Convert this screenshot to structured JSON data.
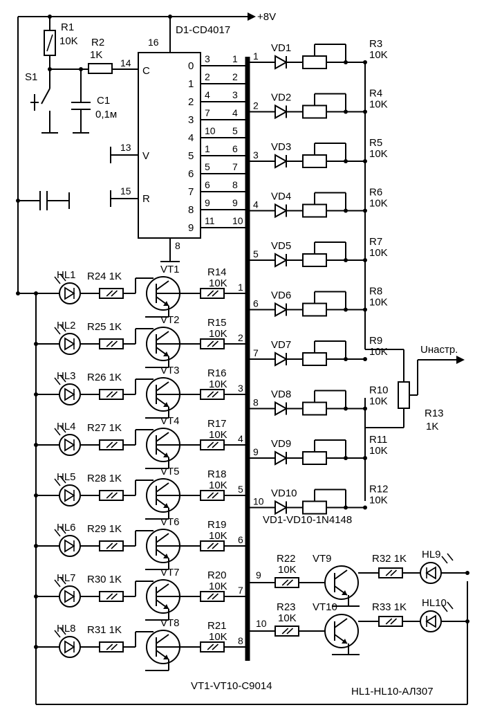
{
  "supply": {
    "label": "+8V"
  },
  "output": {
    "label": "Uнастр."
  },
  "chip": {
    "title": "D1-CD4017",
    "pins": {
      "vdd": "16",
      "c_pin": "14",
      "v_pin": "13",
      "r_pin": "15",
      "gnd": "8"
    },
    "inputs": {
      "c": "C",
      "v": "V",
      "r": "R"
    },
    "outputs": [
      {
        "q": "0",
        "pin": "3",
        "bus": "1"
      },
      {
        "q": "1",
        "pin": "2",
        "bus": "2"
      },
      {
        "q": "2",
        "pin": "4",
        "bus": "3"
      },
      {
        "q": "3",
        "pin": "7",
        "bus": "4"
      },
      {
        "q": "4",
        "pin": "10",
        "bus": "5"
      },
      {
        "q": "5",
        "pin": "1",
        "bus": "6"
      },
      {
        "q": "6",
        "pin": "5",
        "bus": "7"
      },
      {
        "q": "7",
        "pin": "6",
        "bus": "8"
      },
      {
        "q": "8",
        "pin": "9",
        "bus": "9"
      },
      {
        "q": "9",
        "pin": "11",
        "bus": "10"
      }
    ]
  },
  "parts": {
    "r1": {
      "name": "R1",
      "value": "10K"
    },
    "r2": {
      "name": "R2",
      "value": "1K"
    },
    "c1": {
      "name": "C1",
      "value": "0,1м"
    },
    "s1": {
      "name": "S1"
    },
    "r13": {
      "name": "R13",
      "value": "1K"
    }
  },
  "diode_rows": [
    {
      "bus": "1",
      "diode": "VD1",
      "res": "R3",
      "val": "10K"
    },
    {
      "bus": "2",
      "diode": "VD2",
      "res": "R4",
      "val": "10K"
    },
    {
      "bus": "3",
      "diode": "VD3",
      "res": "R5",
      "val": "10K"
    },
    {
      "bus": "4",
      "diode": "VD4",
      "res": "R6",
      "val": "10K"
    },
    {
      "bus": "5",
      "diode": "VD5",
      "res": "R7",
      "val": "10K"
    },
    {
      "bus": "6",
      "diode": "VD6",
      "res": "R8",
      "val": "10K"
    },
    {
      "bus": "7",
      "diode": "VD7",
      "res": "R9",
      "val": "10K"
    },
    {
      "bus": "8",
      "diode": "VD8",
      "res": "R10",
      "val": "10K"
    },
    {
      "bus": "9",
      "diode": "VD9",
      "res": "R11",
      "val": "10K"
    },
    {
      "bus": "10",
      "diode": "VD10",
      "res": "R12",
      "val": "10K"
    }
  ],
  "transistor_rows": [
    {
      "led": "HL1",
      "rled": "R24 1K",
      "vt": "VT1",
      "rb": "R14",
      "rbval": "10K",
      "bus": "1"
    },
    {
      "led": "HL2",
      "rled": "R25 1K",
      "vt": "VT2",
      "rb": "R15",
      "rbval": "10K",
      "bus": "2"
    },
    {
      "led": "HL3",
      "rled": "R26 1K",
      "vt": "VT3",
      "rb": "R16",
      "rbval": "10K",
      "bus": "3"
    },
    {
      "led": "HL4",
      "rled": "R27 1K",
      "vt": "VT4",
      "rb": "R17",
      "rbval": "10K",
      "bus": "4"
    },
    {
      "led": "HL5",
      "rled": "R28 1K",
      "vt": "VT5",
      "rb": "R18",
      "rbval": "10K",
      "bus": "5"
    },
    {
      "led": "HL6",
      "rled": "R29 1K",
      "vt": "VT6",
      "rb": "R19",
      "rbval": "10K",
      "bus": "6"
    },
    {
      "led": "HL7",
      "rled": "R30 1K",
      "vt": "VT7",
      "rb": "R20",
      "rbval": "10K",
      "bus": "7"
    },
    {
      "led": "HL8",
      "rled": "R31 1K",
      "vt": "VT8",
      "rb": "R21",
      "rbval": "10K",
      "bus": "8"
    }
  ],
  "right_rows": [
    {
      "bus": "9",
      "rb": "R22",
      "rbval": "10K",
      "vt": "VT9",
      "rled": "R32 1K",
      "led": "HL9"
    },
    {
      "bus": "10",
      "rb": "R23",
      "rbval": "10K",
      "vt": "VT10",
      "rled": "R33 1K",
      "led": "HL10"
    }
  ],
  "notes": {
    "diodes": "VD1-VD10-1N4148",
    "transistors": "VT1-VT10-C9014",
    "leds": "HL1-HL10-АЛ307"
  }
}
